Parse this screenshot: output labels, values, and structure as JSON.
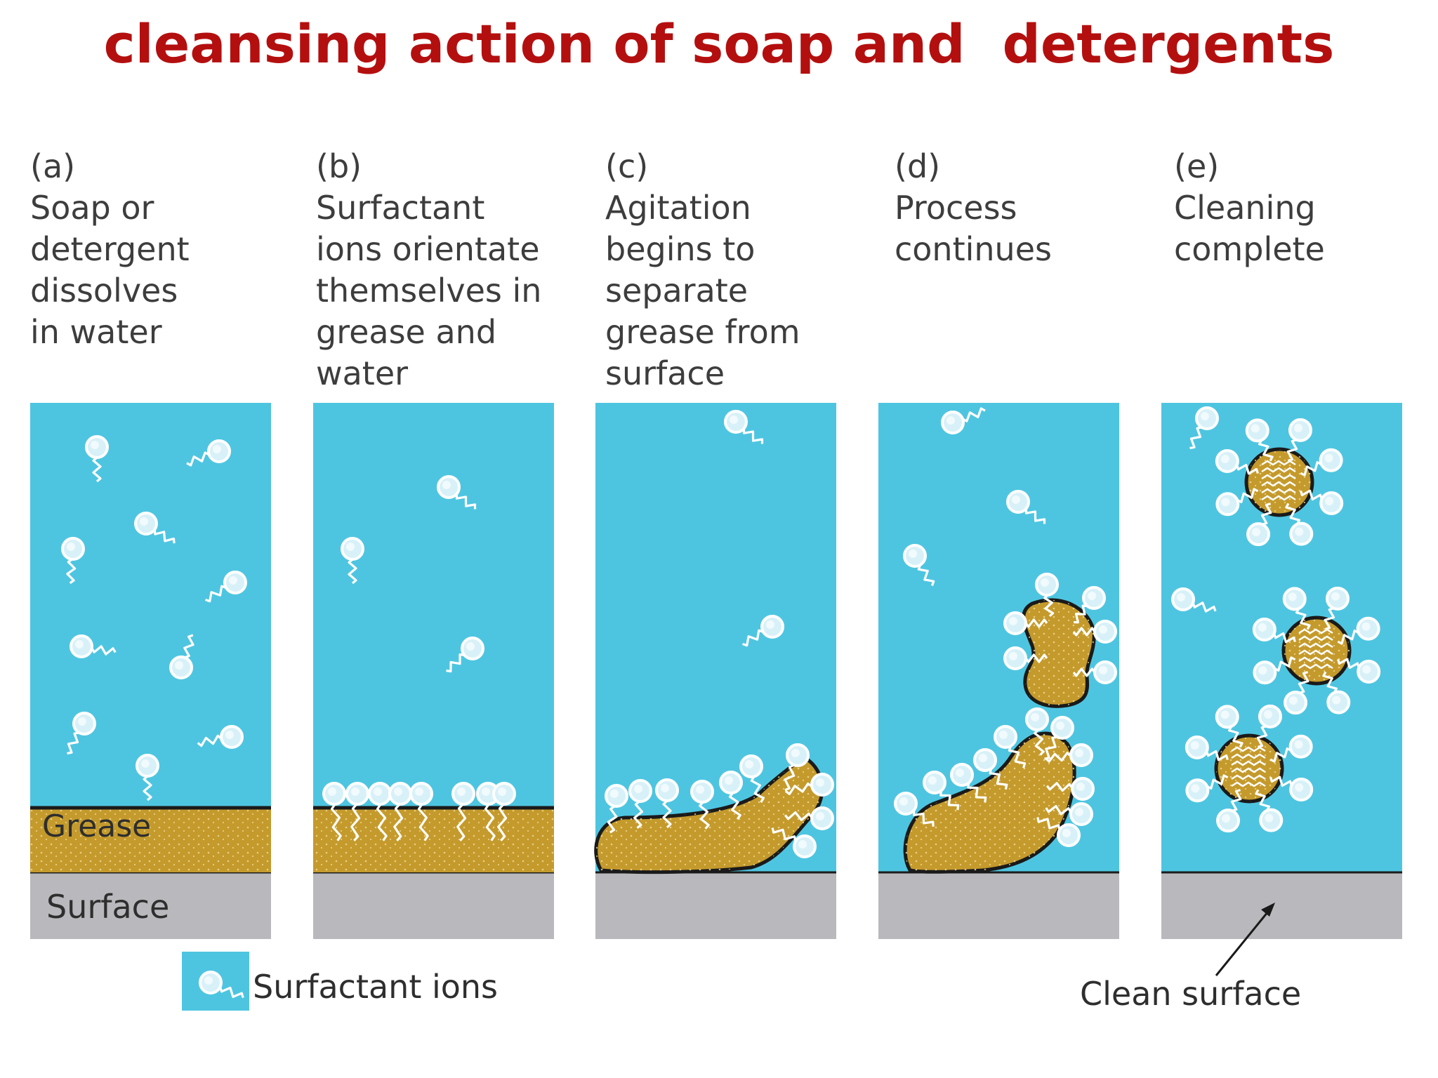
{
  "title": "cleansing action of soap and  detergents",
  "colors": {
    "title": "#b40f0f",
    "water": "#4ec5e0",
    "grease": "#c49a2c",
    "surface": "#b9b9bd",
    "ion_head": "#d8f1f8",
    "outline": "#1a1a1a"
  },
  "panels": [
    {
      "letter": "(a)",
      "description": "Soap or\ndetergent\ndissolves\nin water"
    },
    {
      "letter": "(b)",
      "description": "Surfactant\nions orientate\nthemselves in\ngrease and water"
    },
    {
      "letter": "(c)",
      "description": "Agitation\nbegins to\nseparate\ngrease from\nsurface"
    },
    {
      "letter": "(d)",
      "description": "Process\ncontinues"
    },
    {
      "letter": "(e)",
      "description": "Cleaning\ncomplete"
    }
  ],
  "labels": {
    "grease": "Grease",
    "surface": "Surface",
    "legend": "Surfactant ions",
    "clean_surface": "Clean surface"
  },
  "icons": [
    "surfactant-ion-icon"
  ]
}
